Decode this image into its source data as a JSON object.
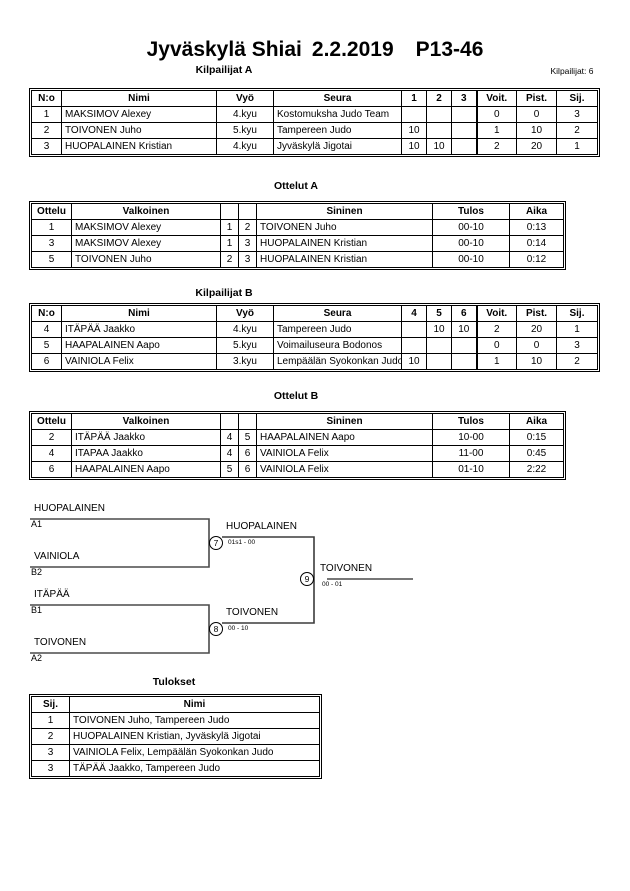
{
  "header": {
    "event": "Jyväskylä Shiai",
    "date": "2.2.2019",
    "category": "P13-46",
    "entrant_count_label": "Kilpailijat: 6"
  },
  "pool_a": {
    "caption": "Kilpailijat A",
    "columns": [
      "N:o",
      "Nimi",
      "Vyö",
      "Seura",
      "1",
      "2",
      "3",
      "Voit.",
      "Pist.",
      "Sij."
    ],
    "rows": [
      {
        "no": "1",
        "name": "MAKSIMOV Alexey",
        "belt": "4.kyu",
        "club": "Kostomuksha Judo Team",
        "m1": "",
        "m2": "",
        "m3": "",
        "wins": "0",
        "points": "0",
        "place": "3"
      },
      {
        "no": "2",
        "name": "TOIVONEN Juho",
        "belt": "5.kyu",
        "club": "Tampereen Judo",
        "m1": "10",
        "m2": "",
        "m3": "",
        "wins": "1",
        "points": "10",
        "place": "2"
      },
      {
        "no": "3",
        "name": "HUOPALAINEN Kristian",
        "belt": "4.kyu",
        "club": "Jyväskylä Jigotai",
        "m1": "10",
        "m2": "10",
        "m3": "",
        "wins": "2",
        "points": "20",
        "place": "1"
      }
    ]
  },
  "matches_a": {
    "caption": "Ottelut A",
    "columns": [
      "Ottelu",
      "Valkoinen",
      "",
      "",
      "Sininen",
      "Tulos",
      "Aika"
    ],
    "rows": [
      {
        "no": "1",
        "white": "MAKSIMOV Alexey",
        "wno": "1",
        "bno": "2",
        "blue": "TOIVONEN Juho",
        "result": "00-10",
        "time": "0:13"
      },
      {
        "no": "3",
        "white": "MAKSIMOV Alexey",
        "wno": "1",
        "bno": "3",
        "blue": "HUOPALAINEN Kristian",
        "result": "00-10",
        "time": "0:14"
      },
      {
        "no": "5",
        "white": "TOIVONEN Juho",
        "wno": "2",
        "bno": "3",
        "blue": "HUOPALAINEN Kristian",
        "result": "00-10",
        "time": "0:12"
      }
    ]
  },
  "pool_b": {
    "caption": "Kilpailijat B",
    "columns": [
      "N:o",
      "Nimi",
      "Vyö",
      "Seura",
      "4",
      "5",
      "6",
      "Voit.",
      "Pist.",
      "Sij."
    ],
    "rows": [
      {
        "no": "4",
        "name": "ITÄPÄÄ Jaakko",
        "belt": "4.kyu",
        "club": "Tampereen Judo",
        "m1": "",
        "m2": "10",
        "m3": "10",
        "wins": "2",
        "points": "20",
        "place": "1"
      },
      {
        "no": "5",
        "name": "HAAPALAINEN Aapo",
        "belt": "5.kyu",
        "club": "Voimailuseura Bodonos",
        "m1": "",
        "m2": "",
        "m3": "",
        "wins": "0",
        "points": "0",
        "place": "3"
      },
      {
        "no": "6",
        "name": "VAINIOLA Felix",
        "belt": "3.kyu",
        "club": "Lempäälän Syokonkan Judo",
        "m1": "10",
        "m2": "",
        "m3": "",
        "wins": "1",
        "points": "10",
        "place": "2"
      }
    ]
  },
  "matches_b": {
    "caption": "Ottelut B",
    "columns": [
      "Ottelu",
      "Valkoinen",
      "",
      "",
      "Sininen",
      "Tulos",
      "Aika"
    ],
    "rows": [
      {
        "no": "2",
        "white": "ITÄPÄÄ Jaakko",
        "wno": "4",
        "bno": "5",
        "blue": "HAAPALAINEN Aapo",
        "result": "10-00",
        "time": "0:15"
      },
      {
        "no": "4",
        "white": "ITAPAA Jaakko",
        "wno": "4",
        "bno": "6",
        "blue": "VAINIOLA Felix",
        "result": "11-00",
        "time": "0:45"
      },
      {
        "no": "6",
        "white": "HAAPALAINEN Aapo",
        "wno": "5",
        "bno": "6",
        "blue": "VAINIOLA Felix",
        "result": "01-10",
        "time": "2:22"
      }
    ]
  },
  "bracket": {
    "entries": [
      {
        "name": "HUOPALAINEN",
        "seed": "A1"
      },
      {
        "name": "VAINIOLA",
        "seed": "B2"
      },
      {
        "name": "ITÄPÄÄ",
        "seed": "B1"
      },
      {
        "name": "TOIVONEN",
        "seed": "A2"
      }
    ],
    "semifinal_1": {
      "number": "7",
      "winner": "HUOPALAINEN",
      "score": "01s1 - 00"
    },
    "semifinal_2": {
      "number": "8",
      "winner": "TOIVONEN",
      "score": "00 - 10"
    },
    "final": {
      "number": "9",
      "winner": "TOIVONEN",
      "score": "00 - 01"
    }
  },
  "results": {
    "caption": "Tulokset",
    "columns": [
      "Sij.",
      "Nimi"
    ],
    "rows": [
      {
        "place": "1",
        "name": "TOIVONEN Juho, Tampereen Judo"
      },
      {
        "place": "2",
        "name": "HUOPALAINEN Kristian, Jyväskylä Jigotai"
      },
      {
        "place": "3",
        "name": "VAINIOLA Felix, Lempäälän Syokonkan Judo"
      },
      {
        "place": "3",
        "name": "TÄPÄÄ Jaakko, Tampereen Judo"
      }
    ]
  }
}
